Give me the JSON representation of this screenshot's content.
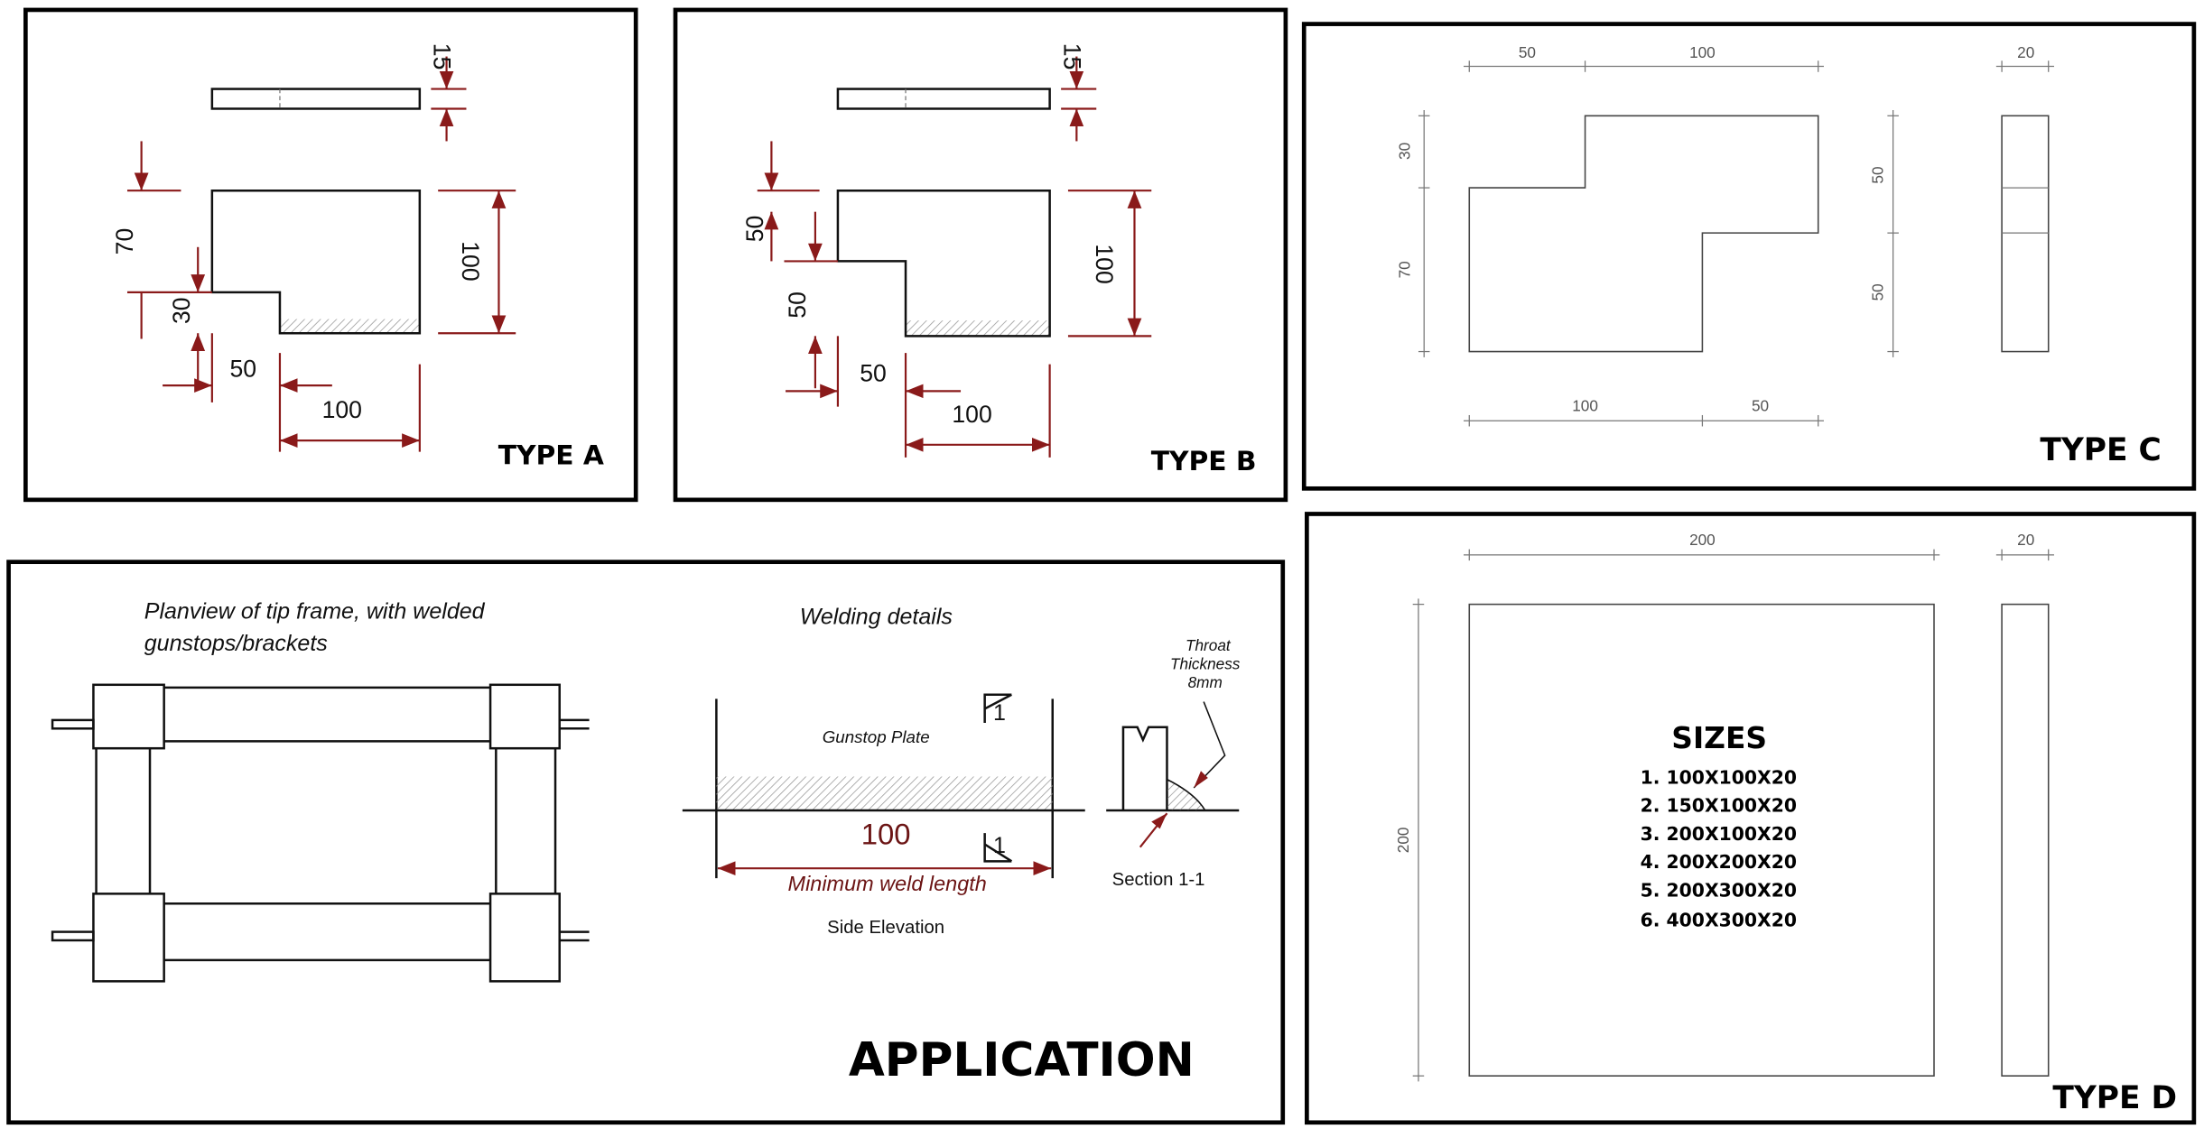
{
  "type_a": {
    "label": "TYPE  A",
    "dims": {
      "thickness": "15",
      "left_upper": "70",
      "left_lower": "30",
      "bottom_left": "50",
      "bottom_right": "100",
      "height": "100"
    }
  },
  "type_b": {
    "label": "TYPE B",
    "dims": {
      "thickness": "15",
      "left_upper": "50",
      "left_lower": "50",
      "bottom_left": "50",
      "bottom_right": "100",
      "height": "100"
    }
  },
  "type_c": {
    "label": "TYPE C",
    "dims": {
      "top_left": "50",
      "top_right": "100",
      "side_width": "20",
      "left_upper": "30",
      "left_lower": "70",
      "side_upper": "50",
      "side_lower": "50",
      "bottom_left": "100",
      "bottom_right": "50"
    }
  },
  "type_d": {
    "label": "TYPE D",
    "dims": {
      "width": "200",
      "side_width": "20",
      "height": "200"
    },
    "sizes_title": "SIZES",
    "sizes": [
      "1. 100X100X20",
      "2. 150X100X20",
      "3. 200X100X20",
      "4. 200X200X20",
      "5. 200X300X20",
      "6. 400X300X20"
    ]
  },
  "application": {
    "label": "APPLICATION",
    "planview_title_1": "Planview of tip frame, with welded",
    "planview_title_2": "gunstops/brackets",
    "welding_title": "Welding details",
    "gunstop_plate": "Gunstop Plate",
    "weld_length": "100",
    "weld_length_caption": "Minimum weld length",
    "side_elevation": "Side Elevation",
    "section_mark": "1",
    "throat_1": "Throat",
    "throat_2": "Thickness",
    "throat_3": "8mm",
    "section_label": "Section 1-1"
  }
}
